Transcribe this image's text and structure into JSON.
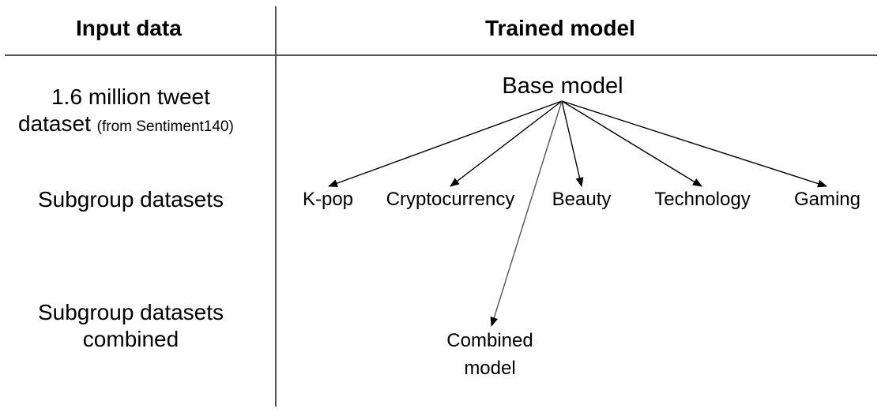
{
  "headers": {
    "input": "Input data",
    "trained": "Trained model"
  },
  "rows": {
    "row1": {
      "main": "1.6 million tweet",
      "line2": "dataset",
      "note": "(from Sentiment140)"
    },
    "row2": "Subgroup datasets",
    "row3": {
      "line1": "Subgroup datasets",
      "line2": "combined"
    }
  },
  "models": {
    "base": "Base model",
    "subgroups": [
      "K-pop",
      "Cryptocurrency",
      "Beauty",
      "Technology",
      "Gaming"
    ],
    "combined": {
      "line1": "Combined",
      "line2": "model"
    }
  },
  "colors": {
    "line": "#555555",
    "arrow": "#000000",
    "text": "#000000"
  }
}
